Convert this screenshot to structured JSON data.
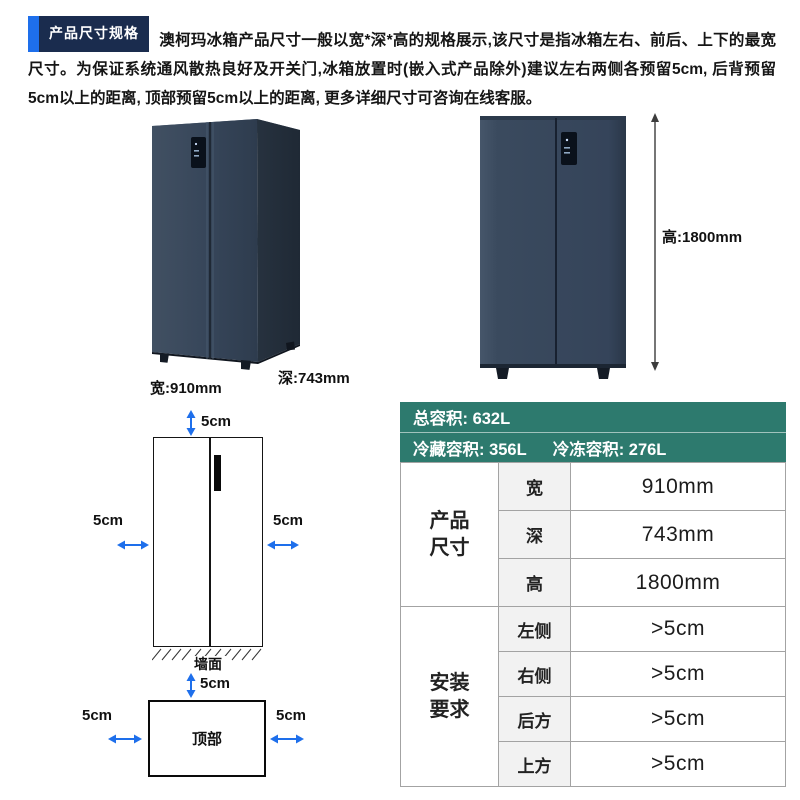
{
  "colors": {
    "accent-blue": "#1e6feb",
    "badge-navy": "#1a2c4e",
    "table-teal": "#2d7a6e",
    "fridge-dark": "#36455a"
  },
  "header": {
    "badge": "产品尺寸规格",
    "intro": "澳柯玛冰箱产品尺寸一般以宽*深*高的规格展示,该尺寸是指冰箱左右、前后、上下的最宽尺寸。为保证系统通风散热良好及开关门,冰箱放置时(嵌入式产品除外)建议左右两侧各预留5cm, 后背预留5cm以上的距离, 顶部预留5cm以上的距离, 更多详细尺寸可咨询在线客服。"
  },
  "fridge": {
    "width_label": "宽:910mm",
    "depth_label": "深:743mm",
    "height_label": "高:1800mm"
  },
  "clearance_front": {
    "top": "5cm",
    "left": "5cm",
    "right": "5cm",
    "wall_label": "墙面"
  },
  "clearance_top": {
    "top": "5cm",
    "left": "5cm",
    "right": "5cm",
    "area_label": "顶部"
  },
  "capacity": {
    "total": "总容积: 632L",
    "cold": "冷藏容积: 356L",
    "freeze": "冷冻容积: 276L"
  },
  "spec_table": {
    "groups": [
      {
        "name": "产品尺寸",
        "rows": [
          {
            "label": "宽",
            "value": "910mm"
          },
          {
            "label": "深",
            "value": "743mm"
          },
          {
            "label": "高",
            "value": "1800mm"
          }
        ]
      },
      {
        "name": "安装要求",
        "rows": [
          {
            "label": "左侧",
            "value": ">5cm"
          },
          {
            "label": "右侧",
            "value": ">5cm"
          },
          {
            "label": "后方",
            "value": ">5cm"
          },
          {
            "label": "上方",
            "value": ">5cm"
          }
        ]
      }
    ]
  }
}
